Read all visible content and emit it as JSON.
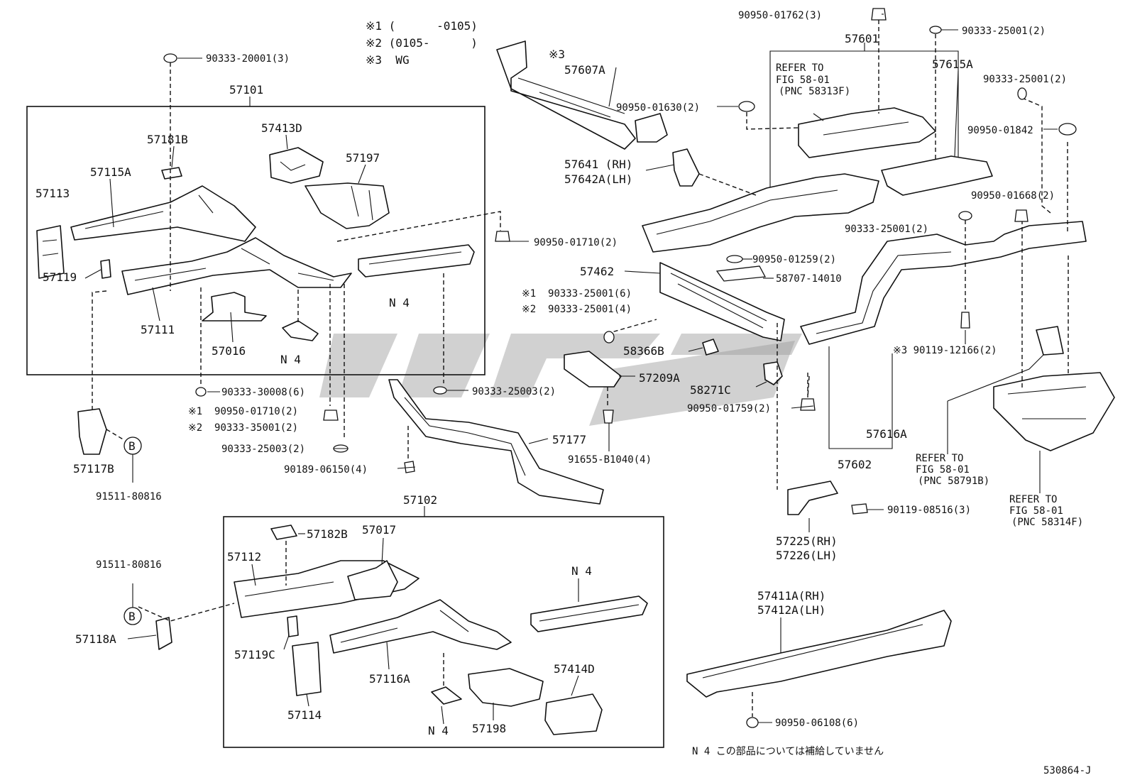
{
  "groups": {
    "g57101": "57101",
    "g57102": "57102",
    "g57601": "57601",
    "g57602": "57602"
  },
  "legend": {
    "l1": "※1 (      -0105)",
    "l2": "※2 (0105-      )",
    "l3": "※3  WG"
  },
  "parts": {
    "p57181B": "57181B",
    "p57413D": "57413D",
    "p57115A": "57115A",
    "p57197": "57197",
    "p57113": "57113",
    "p57119": "57119",
    "p57111": "57111",
    "p57016": "57016",
    "n4a": "N 4",
    "n4b": "N 4",
    "p57117B": "57117B",
    "p57607A": "57607A",
    "p57607A_mark": "※3",
    "p57641": "57641 (RH)",
    "p57642A": "57642A(LH)",
    "p57462": "57462",
    "p58366B": "58366B",
    "p57209A": "57209A",
    "p58271C": "58271C",
    "p57177": "57177",
    "p57615A": "57615A",
    "p57616A": "57616A",
    "p57225": "57225(RH)",
    "p57226": "57226(LH)",
    "p57112": "57112",
    "p57182B": "57182B",
    "p57017": "57017",
    "n4c": "N 4",
    "p57119C": "57119C",
    "p57116A": "57116A",
    "p57114": "57114",
    "n4d": "N 4",
    "p57198": "57198",
    "p57414D": "57414D",
    "p57118A": "57118A",
    "p57411A": "57411A(RH)",
    "p57412A": "57412A(LH)"
  },
  "fasteners": {
    "f1": "90333-20001(3)",
    "f2": "90950-01710(2)",
    "f3": "90333-30008(6)",
    "f4a": "※1  90950-01710(2)",
    "f4b": "※2  90333-35001(2)",
    "f5": "90333-25003(2)",
    "f6": "90333-25003(2)",
    "f7": "90189-06150(4)",
    "f8": "91511-80816",
    "f9": "91511-80816",
    "f10": "90950-01762(3)",
    "f11": "90333-25001(2)",
    "f12": "90950-01630(2)",
    "f13": "90333-25001(2)",
    "f14": "90950-01842",
    "f15": "90950-01668(2)",
    "f16": "90333-25001(2)",
    "f17": "90950-01259(2)",
    "f18": "58707-14010",
    "f19a": "※1  90333-25001(6)",
    "f19b": "※2  90333-25001(4)",
    "f20": "※3 90119-12166(2)",
    "f21": "90950-01759(2)",
    "f22": "91655-B1040(4)",
    "f23": "90119-08516(3)",
    "f24": "90950-06108(6)"
  },
  "refs": {
    "r1a": "REFER TO",
    "r1b": "FIG 58-01",
    "r1c": "(PNC 58313F)",
    "r2a": "REFER TO",
    "r2b": "FIG 58-01",
    "r2c": "(PNC 58791B)",
    "r3a": "REFER TO",
    "r3b": "FIG 58-01",
    "r3c": "(PNC 58314F)"
  },
  "circle_marker": "B",
  "note": "N 4 この部品については補給していません",
  "drawing_code": "530864-J",
  "icons": {
    "watermark": "watermark-logo-icon"
  }
}
